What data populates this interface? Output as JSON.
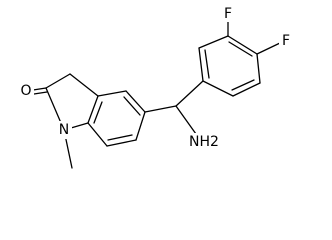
{
  "structure": {
    "atoms": {
      "oxygen": "O",
      "nitrogen": "N",
      "fluorine_top": "F",
      "fluorine_right": "F",
      "amine": "NH2"
    }
  }
}
